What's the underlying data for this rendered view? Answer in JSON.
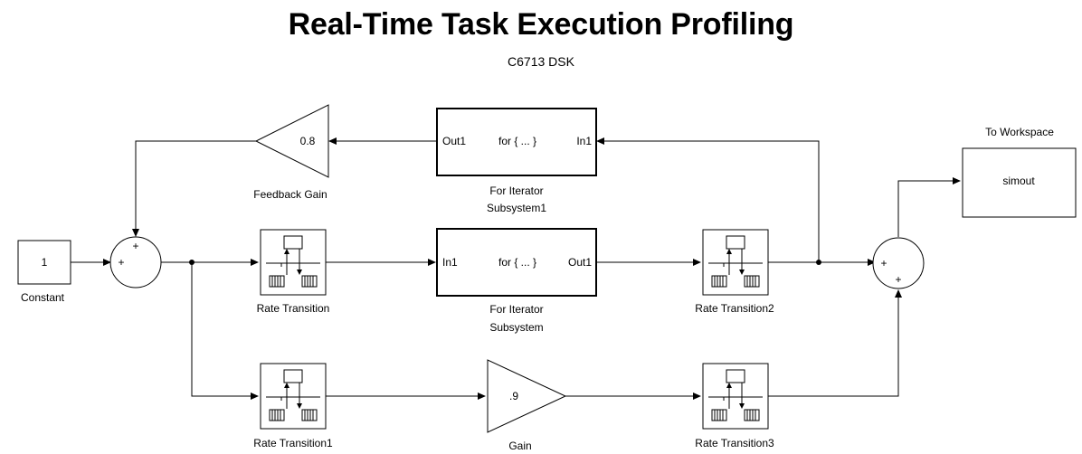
{
  "title": "Real-Time Task Execution Profiling",
  "subtitle": "C6713 DSK",
  "blocks": {
    "constant": {
      "value": "1",
      "label": "Constant"
    },
    "sum_main": {
      "sign_top": "+",
      "sign_left": "+"
    },
    "sum_out": {
      "sign_left": "+",
      "sign_bottom": "+"
    },
    "feedback_gain": {
      "value": "0.8",
      "label": "Feedback Gain"
    },
    "gain": {
      "value": ".9",
      "label": "Gain"
    },
    "for_iter_sub1": {
      "port_left": "Out1",
      "body": "for { ... }",
      "port_right": "In1",
      "label_line1": "For Iterator",
      "label_line2": "Subsystem1"
    },
    "for_iter_sub": {
      "port_left": "In1",
      "body": "for { ... }",
      "port_right": "Out1",
      "label_line1": "For Iterator",
      "label_line2": "Subsystem"
    },
    "rate_transition": {
      "label": "Rate Transition"
    },
    "rate_transition1": {
      "label": "Rate Transition1"
    },
    "rate_transition2": {
      "label": "Rate Transition2"
    },
    "rate_transition3": {
      "label": "Rate Transition3"
    },
    "to_workspace": {
      "value": "simout",
      "label": "To Workspace"
    }
  }
}
